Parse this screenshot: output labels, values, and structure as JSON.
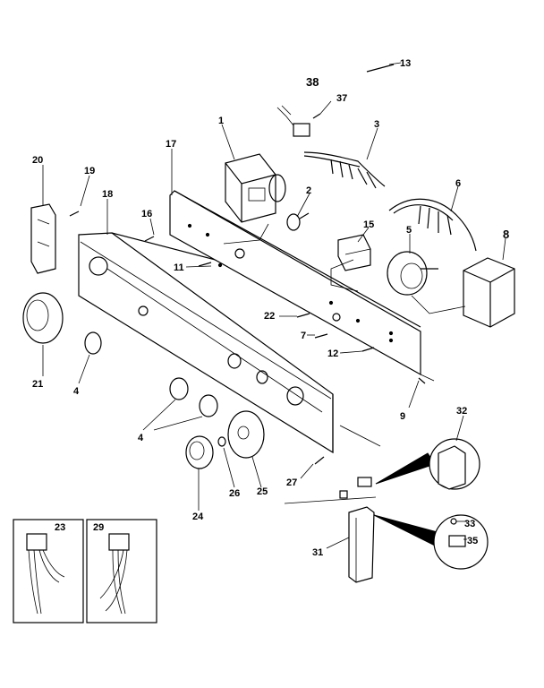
{
  "parts": [
    {
      "id": "p1",
      "label": "1"
    },
    {
      "id": "p2",
      "label": "2"
    },
    {
      "id": "p3",
      "label": "3"
    },
    {
      "id": "p4a",
      "label": "4"
    },
    {
      "id": "p4b",
      "label": "4"
    },
    {
      "id": "p5",
      "label": "5"
    },
    {
      "id": "p6",
      "label": "6"
    },
    {
      "id": "p7",
      "label": "7"
    },
    {
      "id": "p8",
      "label": "8"
    },
    {
      "id": "p9",
      "label": "9"
    },
    {
      "id": "p11",
      "label": "11"
    },
    {
      "id": "p12",
      "label": "12"
    },
    {
      "id": "p13",
      "label": "13"
    },
    {
      "id": "p15",
      "label": "15"
    },
    {
      "id": "p16",
      "label": "16"
    },
    {
      "id": "p17",
      "label": "17"
    },
    {
      "id": "p18",
      "label": "18"
    },
    {
      "id": "p19",
      "label": "19"
    },
    {
      "id": "p20",
      "label": "20"
    },
    {
      "id": "p21",
      "label": "21"
    },
    {
      "id": "p22",
      "label": "22"
    },
    {
      "id": "p23",
      "label": "23"
    },
    {
      "id": "p24",
      "label": "24"
    },
    {
      "id": "p25",
      "label": "25"
    },
    {
      "id": "p26",
      "label": "26"
    },
    {
      "id": "p27",
      "label": "27"
    },
    {
      "id": "p29",
      "label": "29"
    },
    {
      "id": "p31",
      "label": "31"
    },
    {
      "id": "p32",
      "label": "32"
    },
    {
      "id": "p33",
      "label": "33"
    },
    {
      "id": "p35",
      "label": "35"
    },
    {
      "id": "p37",
      "label": "37"
    },
    {
      "id": "p38",
      "label": "38"
    }
  ]
}
